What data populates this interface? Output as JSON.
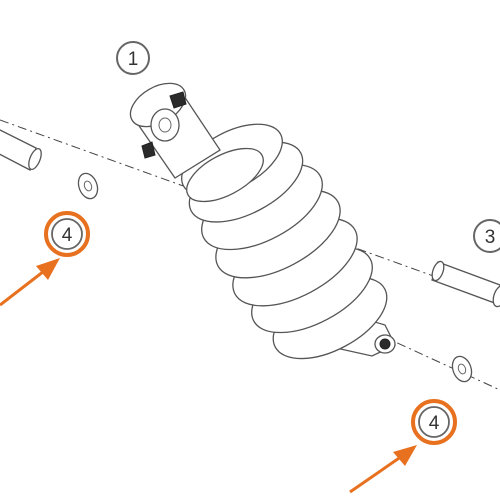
{
  "callouts": {
    "shock_absorber": "1",
    "bolt": "3",
    "washer_upper": "4",
    "washer_lower": "4"
  },
  "colors": {
    "highlight": "#e8711f",
    "line_art": "#555555",
    "callout_circle": "#666666",
    "background": "#ffffff"
  }
}
